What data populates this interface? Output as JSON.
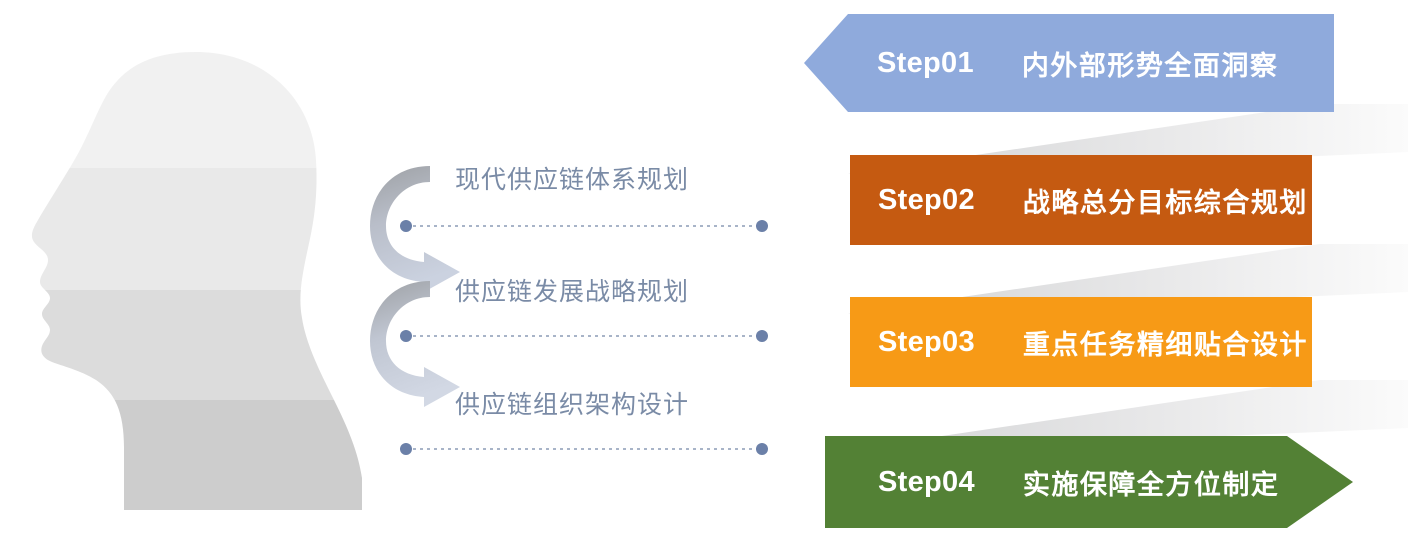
{
  "diagram": {
    "title": "Supply Chain Strategy Four-Step Process",
    "type": "process-steps"
  },
  "illustration": {
    "head_icon": "human-head-profile-icon",
    "band_colors": [
      "#F0F0F0",
      "#E6E6E6",
      "#DCDCDC",
      "#CCCCCC"
    ]
  },
  "arrows": [
    {
      "name": "curved-arrow-1",
      "from_label_index": 0,
      "to_label_index": 1
    },
    {
      "name": "curved-arrow-2",
      "from_label_index": 1,
      "to_label_index": 2
    }
  ],
  "labels": [
    {
      "text": "现代供应链体系规划",
      "color": "#7a8BA6",
      "dot_color": "#6B80A8"
    },
    {
      "text": "供应链发展战略规划",
      "color": "#7a8BA6",
      "dot_color": "#6B80A8"
    },
    {
      "text": "供应链组织架构设计",
      "color": "#7a8BA6",
      "dot_color": "#6B80A8"
    }
  ],
  "steps": [
    {
      "num": "Step01",
      "desc": "内外部形势全面洞察",
      "color": "#8FAADC",
      "shape": "chevron-left-notch"
    },
    {
      "num": "Step02",
      "desc": "战略总分目标综合规划",
      "color": "#C55A11",
      "shape": "rectangle"
    },
    {
      "num": "Step03",
      "desc": "重点任务精细贴合设计",
      "color": "#F79A16",
      "shape": "rectangle"
    },
    {
      "num": "Step04",
      "desc": "实施保障全方位制定",
      "color": "#538135",
      "shape": "arrow-right"
    }
  ],
  "ribbons": [
    {
      "name": "connector-ribbon-1",
      "gradient_from": "#D4D5D6",
      "gradient_to": "#FAFAFA"
    },
    {
      "name": "connector-ribbon-2",
      "gradient_from": "#D4D5D6",
      "gradient_to": "#FAFAFA"
    },
    {
      "name": "connector-ribbon-3",
      "gradient_from": "#D4D5D6",
      "gradient_to": "#FAFAFA"
    }
  ]
}
